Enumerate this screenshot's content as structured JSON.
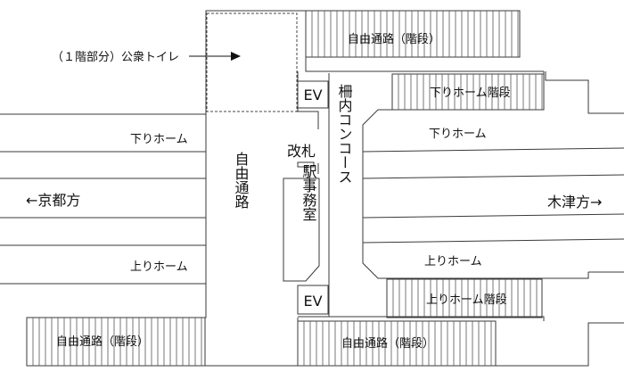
{
  "labels": {
    "free_passage_stairs": "自由通路（階段）",
    "toilet_note": "（１階部分）公衆トイレ",
    "ev": "EV",
    "down_stairs": "下りホーム階段",
    "up_stairs": "上りホーム階段",
    "down_platform": "下りホーム",
    "up_platform": "上りホーム",
    "kyoto": "←京都方",
    "kizu": "木津方→",
    "ticket_gate": "改札",
    "free_passage_vertical": "自由通路",
    "station_office": "駅事務室",
    "concourse": "柵内コンコース"
  },
  "colors": {
    "line": "#3a3a3a",
    "text": "#111111",
    "background": "#ffffff"
  }
}
